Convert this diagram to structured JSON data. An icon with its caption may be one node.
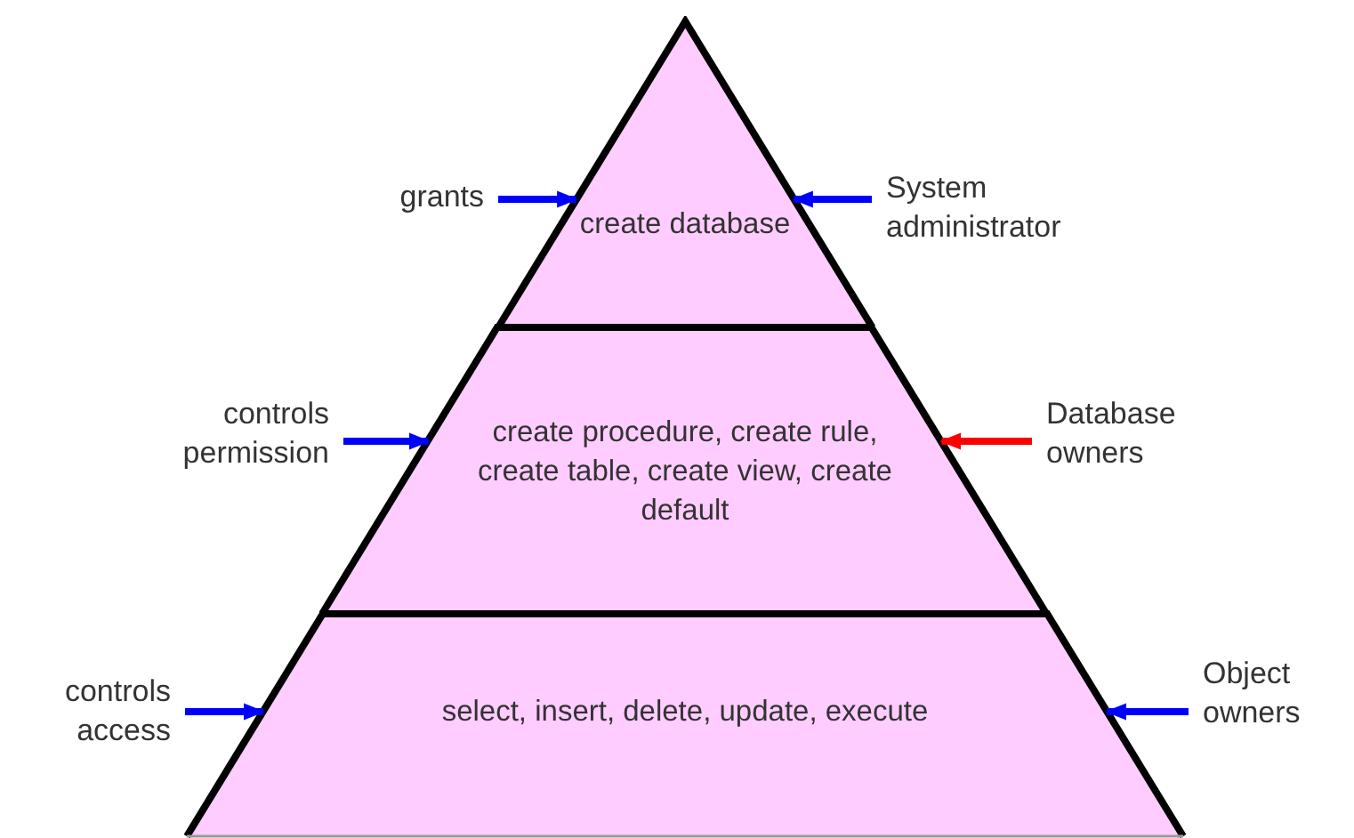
{
  "diagram": {
    "nodes": [
      {
        "text": [
          "create database"
        ]
      },
      {
        "text": [
          "create procedure, create rule, create table, create view, create default"
        ]
      },
      {
        "text": [
          "select, insert, delete, update, execute"
        ]
      },
      {
        "text": [
          "grants"
        ]
      },
      {
        "text": [
          "System administrator"
        ]
      },
      {
        "text": [
          "controls permission"
        ]
      },
      {
        "text": [
          "Database owners"
        ]
      },
      {
        "text": [
          "controls access"
        ]
      },
      {
        "text": [
          "Object owners"
        ]
      }
    ],
    "edges": [
      {
        "from": 3,
        "to": 0,
        "arrow": "to"
      },
      {
        "from": 4,
        "to": 0,
        "arrow": "to"
      },
      {
        "from": 5,
        "to": 1,
        "arrow": "to"
      },
      {
        "from": 6,
        "to": 1,
        "arrow": "to",
        "color": "#ff0000"
      },
      {
        "from": 7,
        "to": 2,
        "arrow": "to"
      },
      {
        "from": 8,
        "to": 2,
        "arrow": "to"
      }
    ]
  }
}
